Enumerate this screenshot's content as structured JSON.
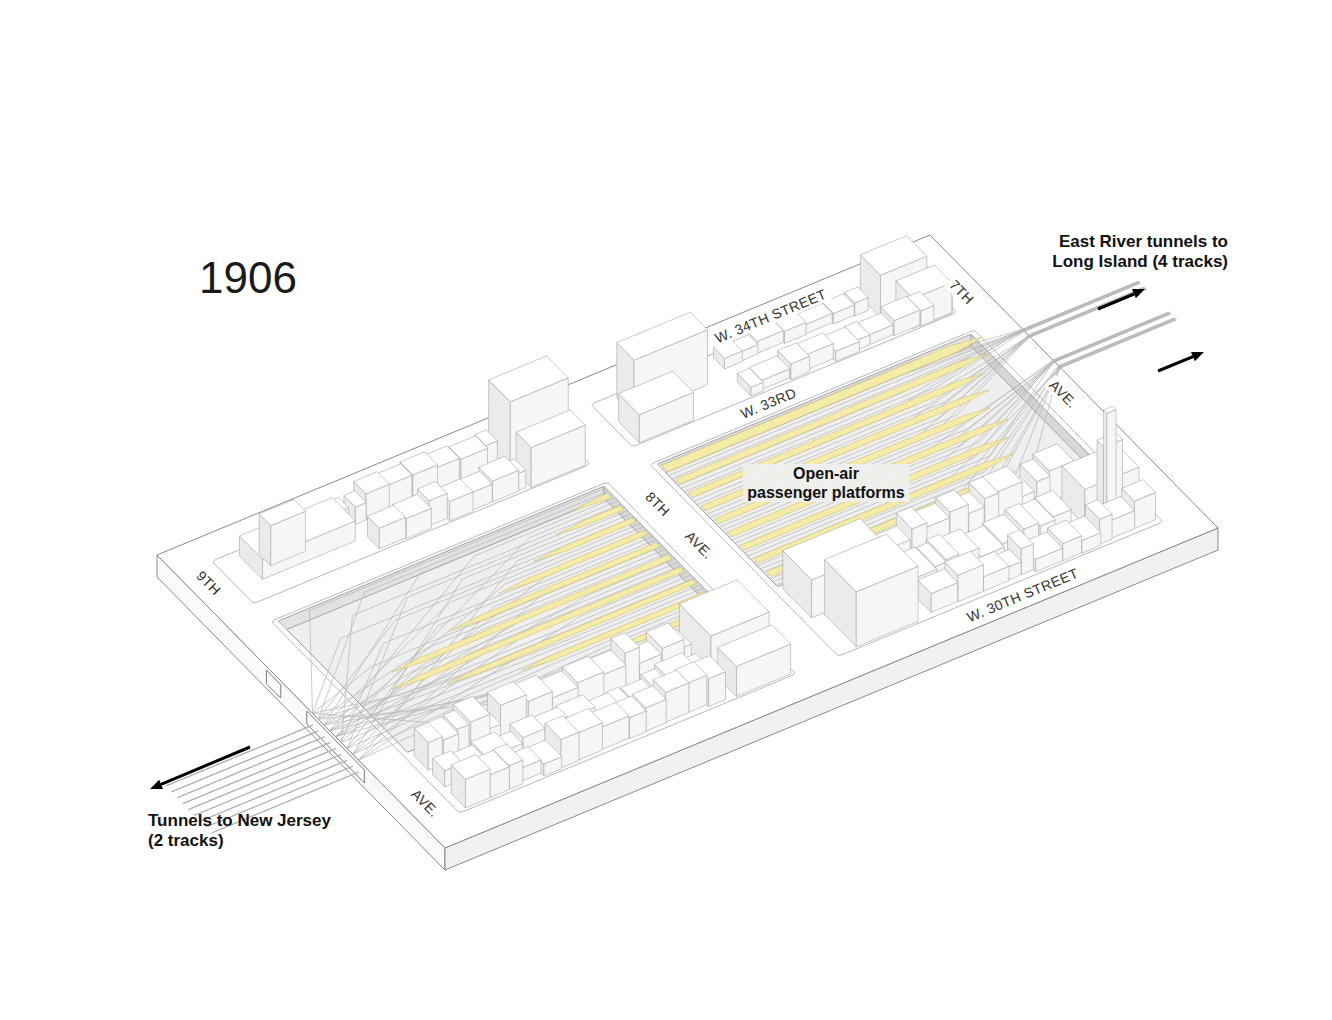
{
  "diagram": {
    "title": "1906",
    "labels": [
      "W. 34TH STREET",
      "7TH",
      "W. 33RD",
      "AVE.",
      "Open-air passenger platforms",
      "8TH",
      "AVE.",
      "9TH",
      "W. 30TH STREET",
      "AVE.",
      "East River tunnels to Long Island (4 tracks)",
      "Tunnels to New Jersey (2 tracks)"
    ]
  }
}
